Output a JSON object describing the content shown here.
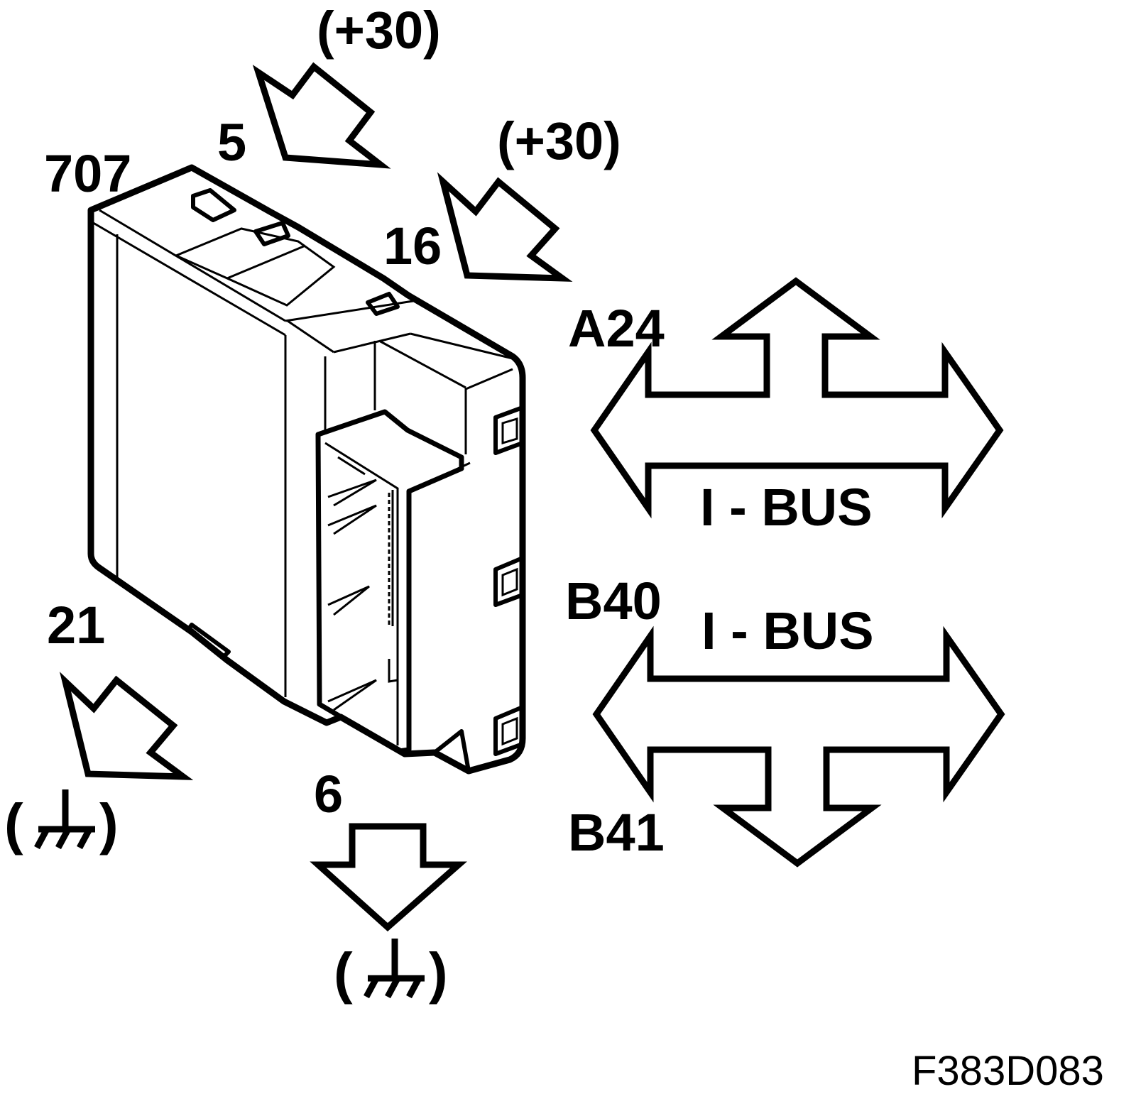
{
  "module": {
    "id": "707"
  },
  "pins": {
    "p5": "5",
    "p16": "16",
    "p21": "21",
    "p6": "6"
  },
  "supply": {
    "plus30_a": "(+30)",
    "plus30_b": "(+30)"
  },
  "ground": {
    "open": "(",
    "close": ")"
  },
  "bus": {
    "a24": "A24",
    "b40": "B40",
    "b41": "B41",
    "ibus_upper": "I - BUS",
    "ibus_lower": "I - BUS"
  },
  "figure_code": "F383D083"
}
